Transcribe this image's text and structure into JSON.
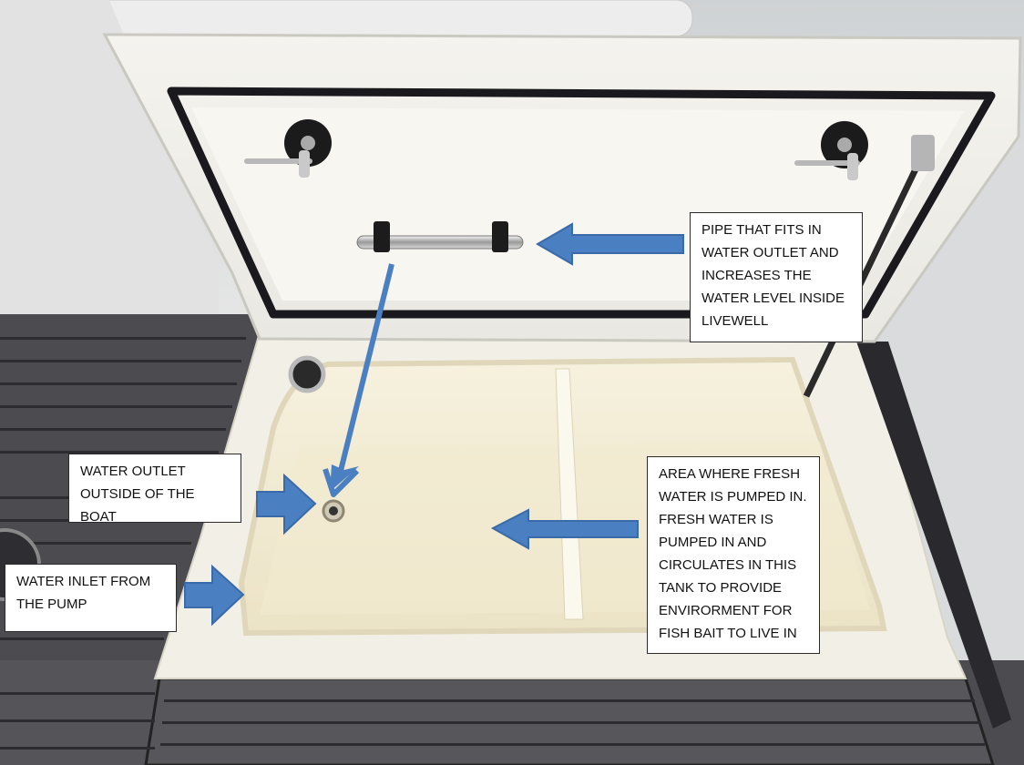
{
  "callouts": {
    "pipe": "PIPE THAT FITS IN\nWATER OUTLET AND\nINCREASES THE\nWATER LEVEL INSIDE\nLIVEWELL",
    "outlet": "WATER OUTLET\nOUTSIDE OF THE BOAT",
    "inlet": "WATER INLET FROM\nTHE PUMP",
    "fresh": "AREA WHERE FRESH\nWATER IS PUMPED IN.\nFRESH WATER IS\nPUMPED IN AND\nCIRCULATES IN THIS\nTANK TO PROVIDE\nENVIRORMENT FOR\nFISH BAIT TO LIVE IN"
  },
  "colors": {
    "arrow": "#4a7fc1",
    "arrow_stroke": "#3a6aa8",
    "deck": "#4b4b50",
    "deck_groove": "#2c2c30",
    "fiberglass": "#f1efe6",
    "tank": "#f3ecd6",
    "gasket": "#1a1a1e"
  }
}
